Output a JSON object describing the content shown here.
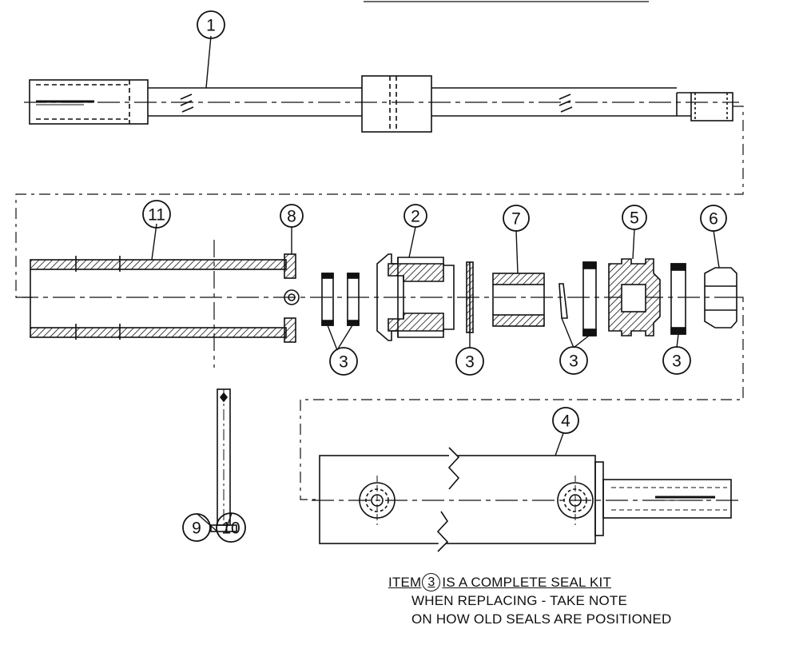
{
  "callouts": {
    "c1": "1",
    "c2": "2",
    "c3": "3",
    "c4": "4",
    "c5": "5",
    "c6": "6",
    "c7": "7",
    "c8": "8",
    "c9": "9",
    "c10": "10",
    "c11": "11"
  },
  "note": {
    "prefix": "ITEM",
    "item_number": "3",
    "line1": "IS A COMPLETE SEAL KIT",
    "line2": "WHEN REPLACING - TAKE NOTE",
    "line3": "ON HOW OLD SEALS ARE POSITIONED"
  }
}
